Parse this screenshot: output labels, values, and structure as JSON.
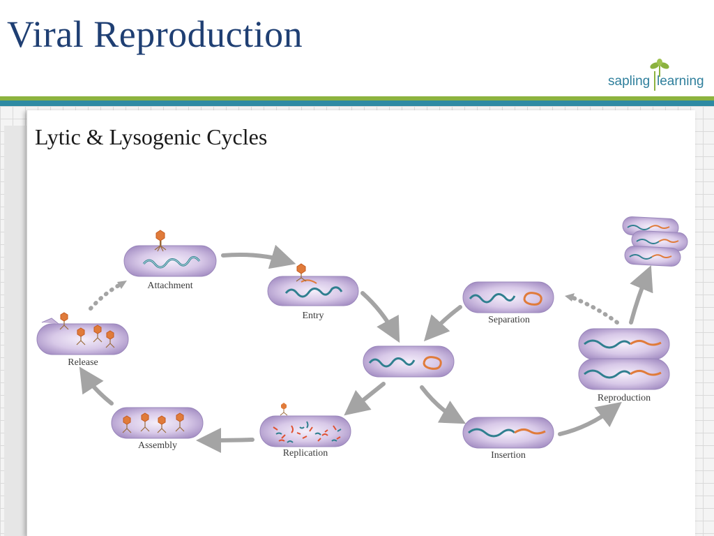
{
  "slide": {
    "title": "Viral Reproduction"
  },
  "logo": {
    "left_text": "sapling",
    "right_text": "learning"
  },
  "panel": {
    "title": "Lytic & Lysogenic Cycles"
  },
  "stages": {
    "attachment": "Attachment",
    "entry": "Entry",
    "replication": "Replication",
    "assembly": "Assembly",
    "release": "Release",
    "separation": "Separation",
    "insertion": "Insertion",
    "reproduction": "Reproduction"
  },
  "colors": {
    "title_blue": "#1f3f73",
    "stripe_green": "#8cb33f",
    "stripe_blue": "#2e8aa3",
    "cell_fill": "#c8b6da",
    "viral_dna": "#e07b3a",
    "host_dna": "#2f7f8f",
    "arrow": "#a4a4a4"
  }
}
